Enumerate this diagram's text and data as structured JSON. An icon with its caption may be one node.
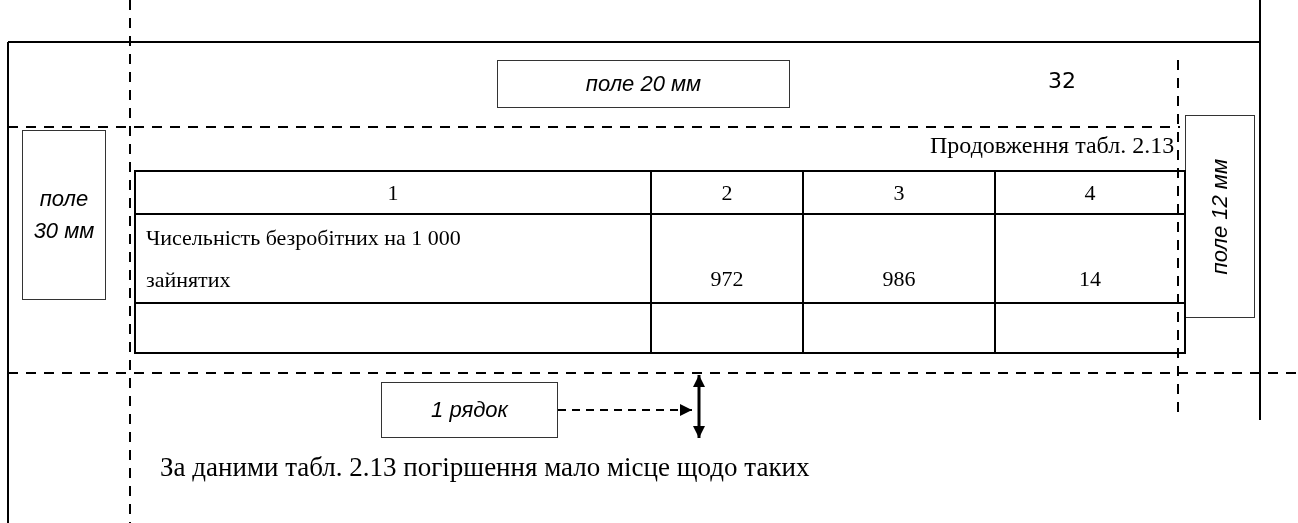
{
  "diagram": {
    "nodes": [
      {
        "text": [
          "поле 20 мм"
        ]
      },
      {
        "text": [
          "поле 30 мм"
        ]
      },
      {
        "text": [
          "поле 12 мм"
        ]
      },
      {
        "text": [
          "1 рядок"
        ]
      },
      {
        "text": [],
        "shape": "arrow"
      }
    ],
    "edges": [
      {
        "from": 3,
        "to": 4,
        "arrow": "to",
        "style": "dashed"
      }
    ],
    "labels": [
      "32",
      "Продовження табл. 2.13",
      "1",
      "2",
      "3",
      "4",
      "Чисельність безробітних на 1 000 зайнятих",
      "972",
      "986",
      "14",
      "За даними табл. 2.13 погіршення мало місце щодо таких"
    ]
  }
}
